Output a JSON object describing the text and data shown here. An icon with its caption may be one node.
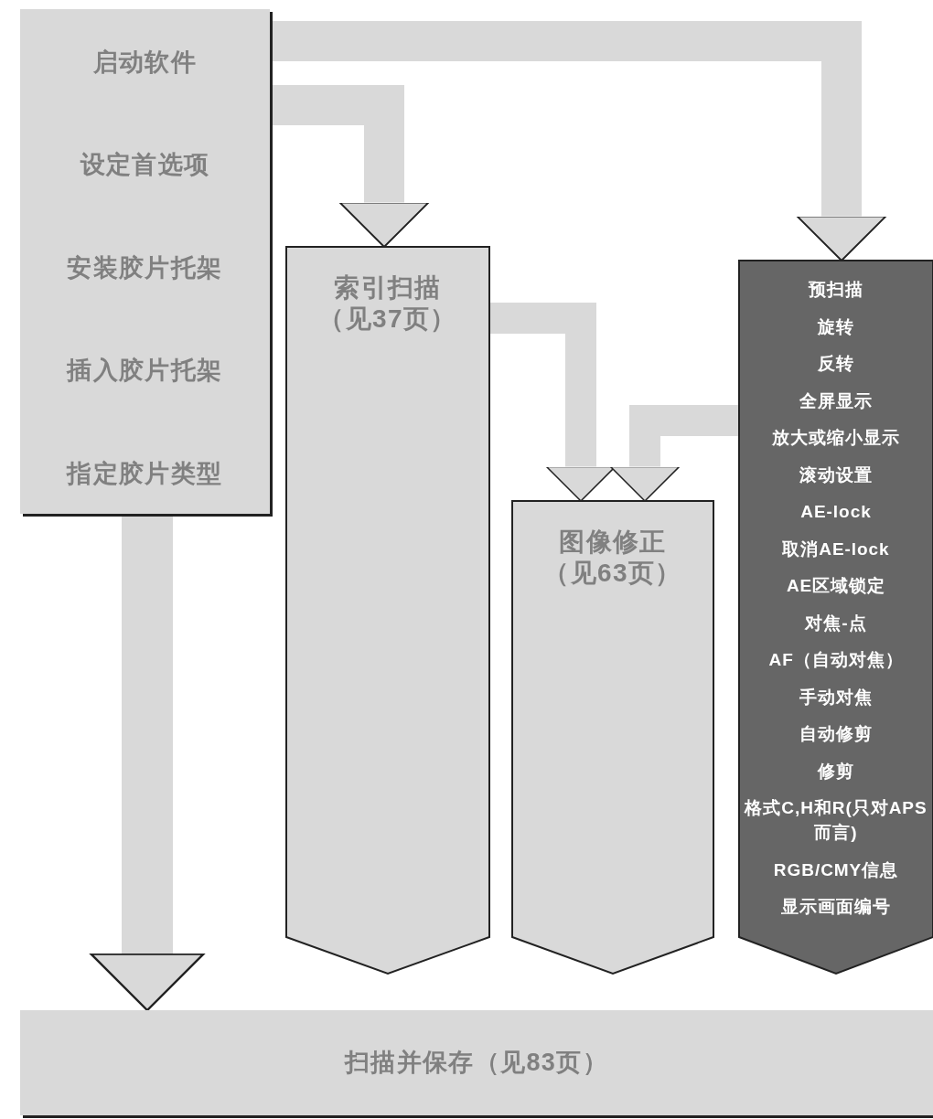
{
  "diagram": {
    "nodes": [
      {
        "text": [
          "启动软件",
          "设定首选项",
          "安装胶片托架",
          "插入胶片托架",
          "指定胶片类型"
        ]
      },
      {
        "text": [
          "索引扫描",
          "（见37页）"
        ]
      },
      {
        "text": [
          "图像修正",
          "（见63页）"
        ]
      },
      {
        "text": [
          "预扫描",
          "旋转",
          "反转",
          "全屏显示",
          "放大或缩小显示",
          "滚动设置",
          "AE-lock",
          "取消AE-lock",
          "AE区域锁定",
          "对焦-点",
          "AF（自动对焦）",
          "手动对焦",
          "自动修剪",
          "修剪",
          "格式C,H和R(只对APS而言)",
          "RGB/CMY信息",
          "显示画面编号"
        ]
      },
      {
        "text": [
          "扫描并保存（见83页）"
        ]
      }
    ],
    "edges": [
      {
        "from": 0,
        "to": 4,
        "arrow": "to"
      },
      {
        "from": 0,
        "to": 3,
        "arrow": "to"
      },
      {
        "from": 0,
        "to": 1,
        "arrow": "to"
      },
      {
        "from": 1,
        "to": 2,
        "arrow": "to"
      },
      {
        "from": 3,
        "to": 2,
        "arrow": "to"
      }
    ]
  }
}
